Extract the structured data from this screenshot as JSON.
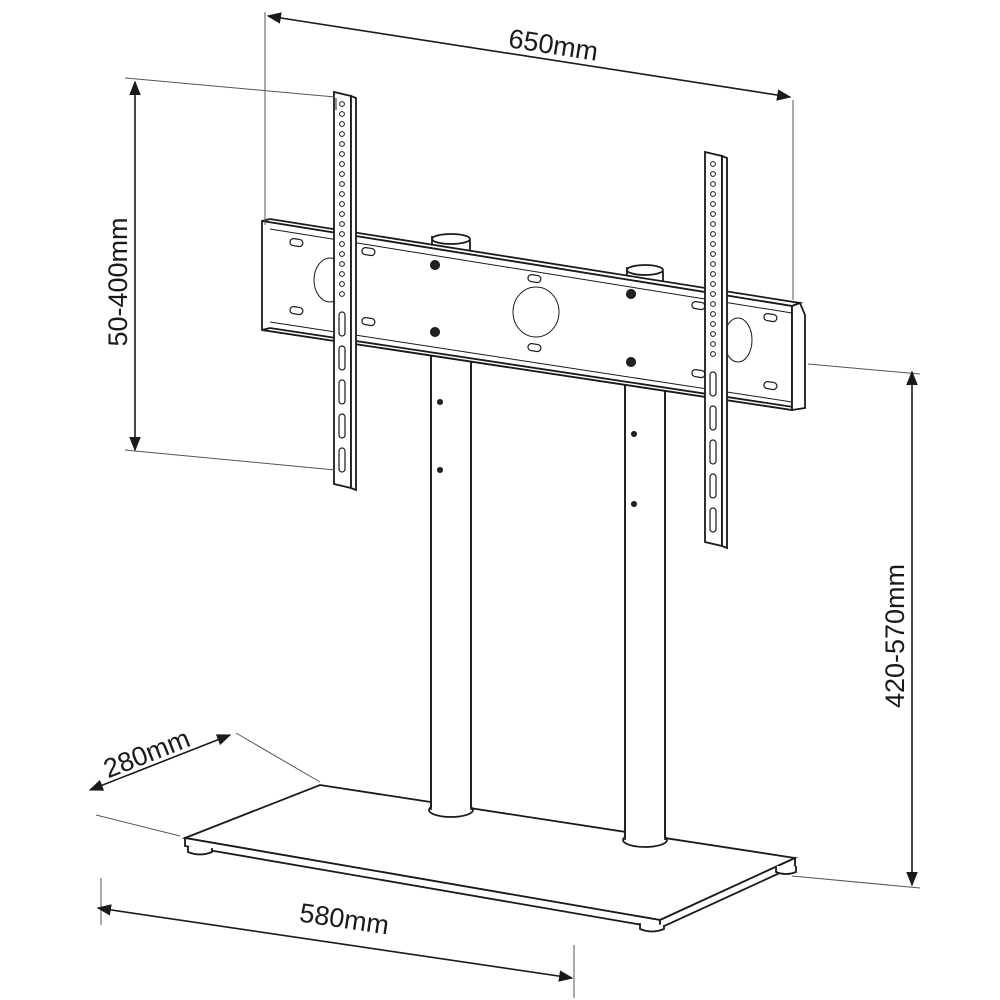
{
  "dimensions": {
    "width_top": "650mm",
    "vesa_height": "50-400mm",
    "stand_height": "420-570mm",
    "base_depth": "280mm",
    "base_width": "580mm"
  },
  "colors": {
    "line": "#1a1a1a",
    "background": "#ffffff"
  }
}
